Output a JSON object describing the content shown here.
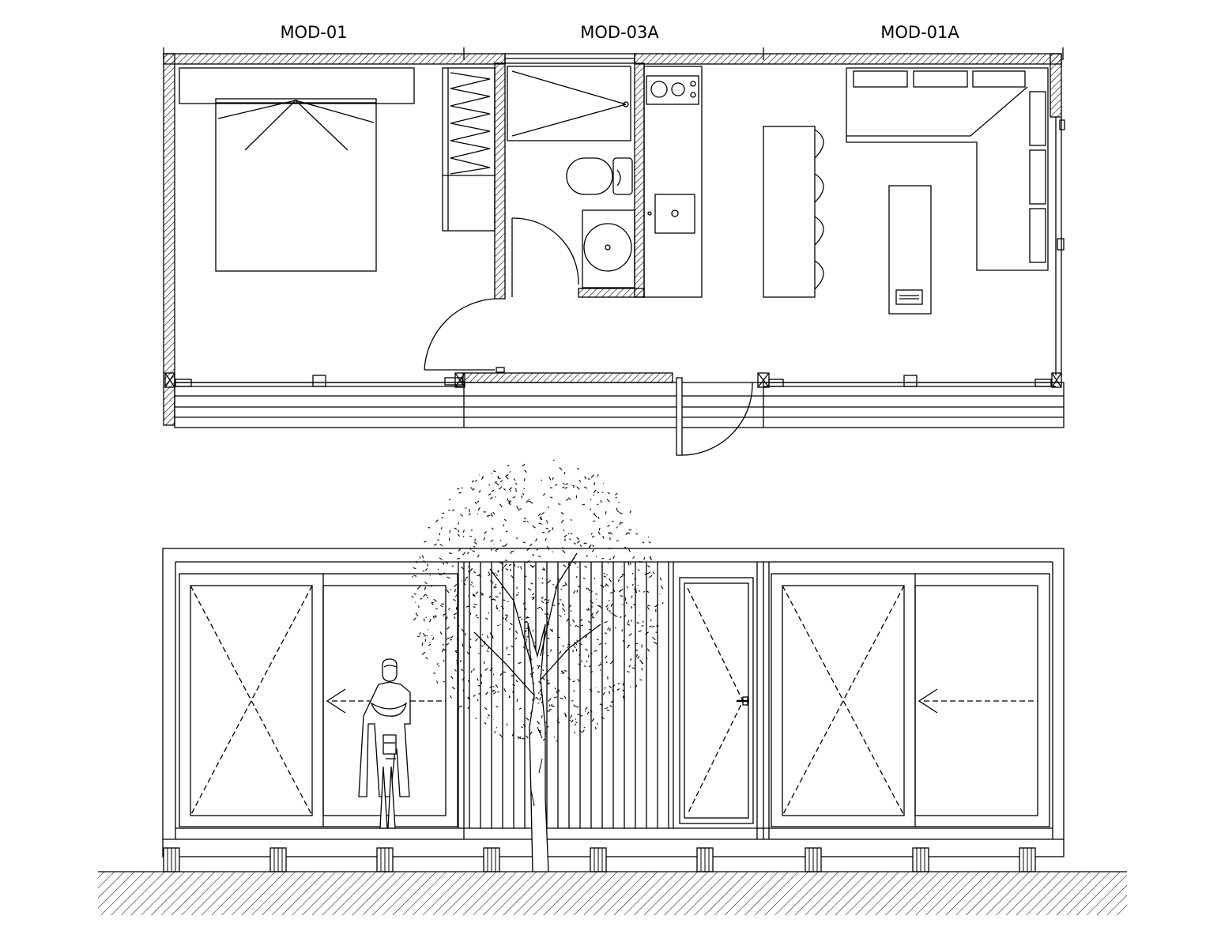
{
  "modules": [
    {
      "label": "MOD-01"
    },
    {
      "label": "MOD-03A"
    },
    {
      "label": "MOD-01A"
    }
  ],
  "colors": {
    "ink": "#000000",
    "background": "#ffffff"
  }
}
